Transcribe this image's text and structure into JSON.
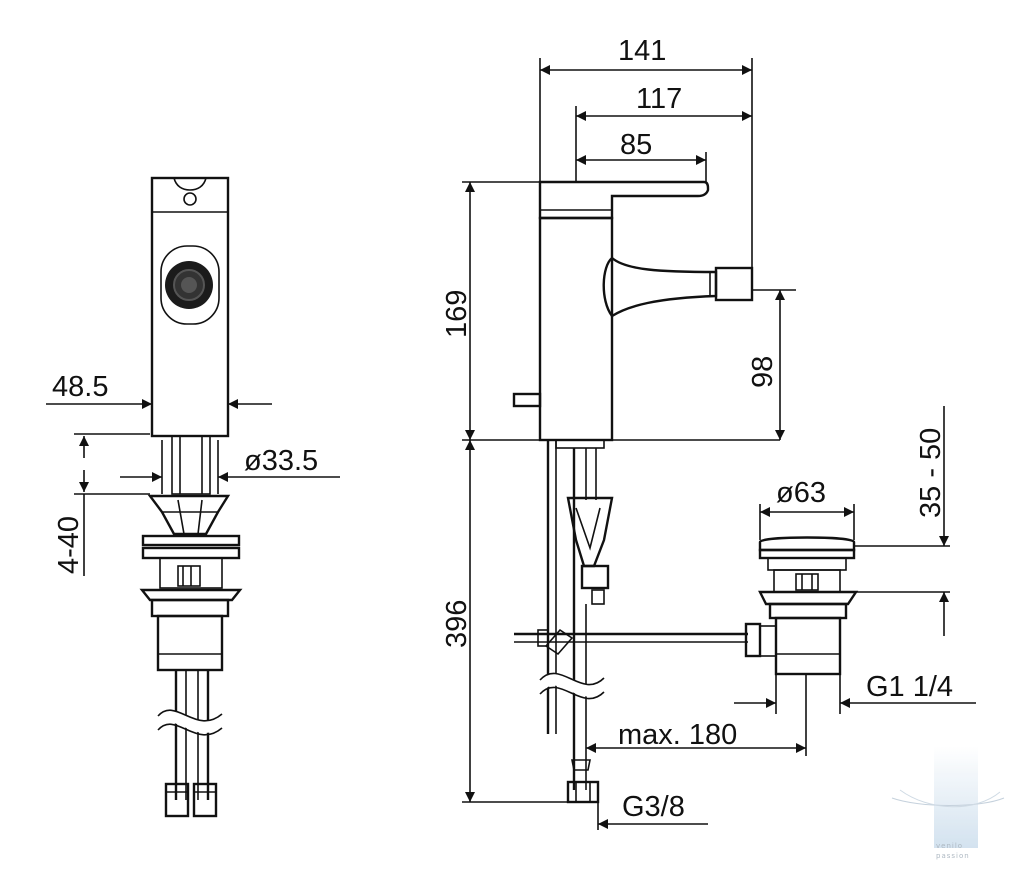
{
  "dimensions": {
    "width_total": "141",
    "width_mid": "117",
    "width_short": "85",
    "height_top": "169",
    "height_spout": "98",
    "height_bottom": "396",
    "pop_up": "35 - 50",
    "side_width": "48.5",
    "side_diameter": "ø33.5",
    "side_depth": "4-40",
    "waste_diameter": "ø63",
    "thread_waste": "G1 1/4",
    "max_length": "max. 180",
    "thread_hose": "G3/8"
  },
  "watermark": {
    "line1": "venilo",
    "line2": "passion"
  },
  "colors": {
    "line": "#111111",
    "background": "#ffffff",
    "watermark": "#c9dcec"
  }
}
